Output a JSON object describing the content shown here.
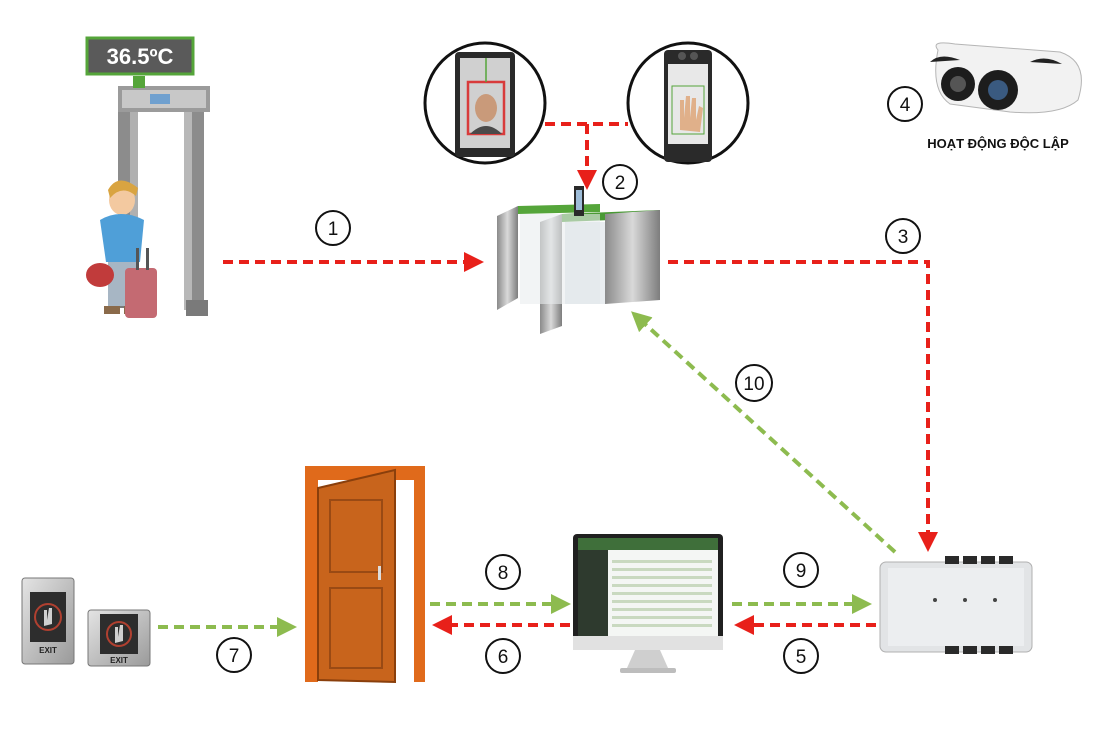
{
  "temperature_display": "36.5ºC",
  "standalone_label": "HOẠT ĐỘNG ĐỘC LẬP",
  "exit_label": "EXIT",
  "steps": {
    "s1": "1",
    "s2": "2",
    "s3": "3",
    "s4": "4",
    "s5": "5",
    "s6": "6",
    "s7": "7",
    "s8": "8",
    "s9": "9",
    "s10": "10"
  },
  "colors": {
    "red_arrow": "#e8201a",
    "green_arrow": "#8dbb4f",
    "door": "#e06a1b",
    "temp_panel": "#5a5a5a",
    "temp_border": "#55a53a"
  }
}
